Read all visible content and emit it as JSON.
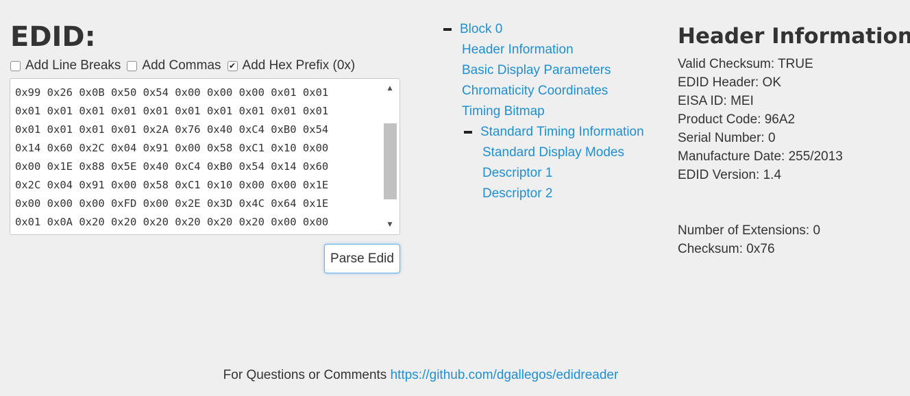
{
  "editor": {
    "title": "EDID:",
    "options": [
      {
        "label": "Add Line Breaks",
        "checked": false
      },
      {
        "label": "Add Commas",
        "checked": false
      },
      {
        "label": "Add Hex Prefix (0x)",
        "checked": true
      }
    ],
    "hex_lines": [
      "0x99 0x26 0x0B 0x50 0x54 0x00 0x00 0x00 0x01 0x01",
      "0x01 0x01 0x01 0x01 0x01 0x01 0x01 0x01 0x01 0x01",
      "0x01 0x01 0x01 0x01 0x2A 0x76 0x40 0xC4 0xB0 0x54",
      "0x14 0x60 0x2C 0x04 0x91 0x00 0x58 0xC1 0x10 0x00",
      "0x00 0x1E 0x88 0x5E 0x40 0xC4 0xB0 0x54 0x14 0x60",
      "0x2C 0x04 0x91 0x00 0x58 0xC1 0x10 0x00 0x00 0x1E",
      "0x00 0x00 0x00 0xFD 0x00 0x2E 0x3D 0x4C 0x64 0x1E",
      "0x01 0x0A 0x20 0x20 0x20 0x20 0x20 0x20 0x00 0x00"
    ],
    "scroll_up_icon": "▲",
    "scroll_down_icon": "▼",
    "parse_button": "Parse Edid",
    "check_glyph": "✔"
  },
  "tree": {
    "block": "Block 0",
    "items": [
      "Header Information",
      "Basic Display Parameters",
      "Chromaticity Coordinates",
      "Timing Bitmap"
    ],
    "standard_timing": "Standard Timing Information",
    "sub_items": [
      "Standard Display Modes",
      "Descriptor 1",
      "Descriptor 2"
    ]
  },
  "info": {
    "title": "Header Information",
    "lines": [
      "Valid Checksum: TRUE",
      "EDID Header: OK",
      "EISA ID: MEI",
      "Product Code: 96A2",
      "Serial Number: 0",
      "Manufacture Date: 255/2013",
      "EDID Version: 1.4"
    ],
    "extensions": "Number of Extensions: 0",
    "checksum": "Checksum: 0x76"
  },
  "footer": {
    "text": "For Questions or Comments ",
    "link": "https://github.com/dgallegos/edidreader"
  },
  "colors": {
    "link": "#1f8fd0",
    "background": "#efefef",
    "focus_border": "#66afe9"
  }
}
